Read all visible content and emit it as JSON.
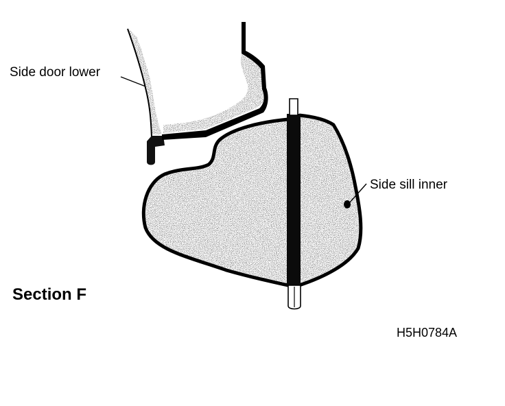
{
  "labels": {
    "side_door_lower": "Side door lower",
    "side_sill_inner": "Side sill inner",
    "section": "Section F",
    "figure_code": "H5H0784A"
  },
  "colors": {
    "ink": "#000000",
    "shade": "#6f6f6f",
    "paper": "#ffffff"
  }
}
